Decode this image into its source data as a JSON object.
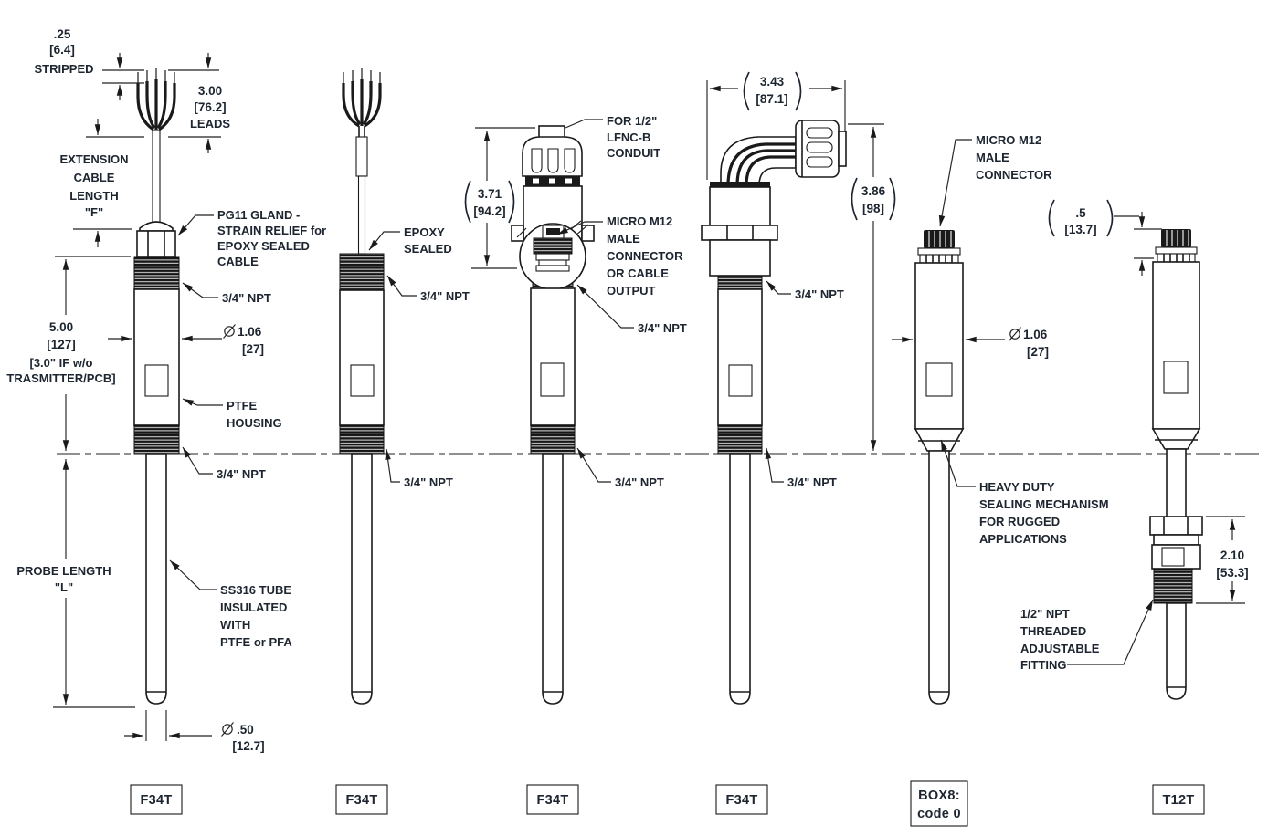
{
  "colors": {
    "line": "#1a1a1a",
    "text": "#1d2530",
    "background": "#ffffff",
    "thread_fill": "#161616"
  },
  "callouts": {
    "stripped": {
      "val": ".25",
      "mm": "[6.4]",
      "label": "STRIPPED"
    },
    "leads": {
      "val": "3.00",
      "mm": "[76.2]",
      "label": "LEADS"
    },
    "ext_cable": {
      "l1": "EXTENSION",
      "l2": "CABLE",
      "l3": "LENGTH",
      "l4": "\"F\""
    },
    "pg11": {
      "l1": "PG11 GLAND -",
      "l2": "STRAIN RELIEF for",
      "l3": "EPOXY SEALED",
      "l4": "CABLE"
    },
    "npt34": "3/4\" NPT",
    "body_len": {
      "val": "5.00",
      "mm": "[127]",
      "note1": "[3.0\" IF w/o",
      "note2": "TRASMITTER/PCB]"
    },
    "dia_body": {
      "val": "1.06",
      "mm": "[27]"
    },
    "ptfe": {
      "l1": "PTFE",
      "l2": "HOUSING"
    },
    "probe_len": {
      "l1": "PROBE LENGTH",
      "l2": "\"L\""
    },
    "ss316": {
      "l1": "SS316 TUBE",
      "l2": "INSULATED",
      "l3": "WITH",
      "l4": "PTFE or PFA"
    },
    "dia_probe": {
      "val": ".50",
      "mm": "[12.7]"
    },
    "epoxy": {
      "l1": "EPOXY",
      "l2": "SEALED"
    },
    "lfnc": {
      "l1": "FOR 1/2\"",
      "l2": "LFNC-B",
      "l3": "CONDUIT"
    },
    "h371": {
      "val": "3.71",
      "mm": "[94.2]"
    },
    "m12_cable": {
      "l1": "MICRO M12",
      "l2": "MALE",
      "l3": "CONNECTOR",
      "l4": "OR CABLE",
      "l5": "OUTPUT"
    },
    "w343": {
      "val": "3.43",
      "mm": "[87.1]"
    },
    "h386": {
      "val": "3.86",
      "mm": "[98]"
    },
    "m12": {
      "l1": "MICRO M12",
      "l2": "MALE",
      "l3": "CONNECTOR"
    },
    "heavy": {
      "l1": "HEAVY DUTY",
      "l2": "SEALING MECHANISM",
      "l3": "FOR RUGGED",
      "l4": "APPLICATIONS"
    },
    "h05": {
      "val": ".5",
      "mm": "[13.7]"
    },
    "h210": {
      "val": "2.10",
      "mm": "[53.3]"
    },
    "npt12": {
      "l1": "1/2\" NPT",
      "l2": "THREADED",
      "l3": "ADJUSTABLE",
      "l4": "FITTING"
    }
  },
  "boxes": {
    "b1": "F34T",
    "b2": "F34T",
    "b3": "F34T",
    "b4": "F34T",
    "b5a": "BOX8:",
    "b5b": "code 0",
    "b6": "T12T"
  }
}
